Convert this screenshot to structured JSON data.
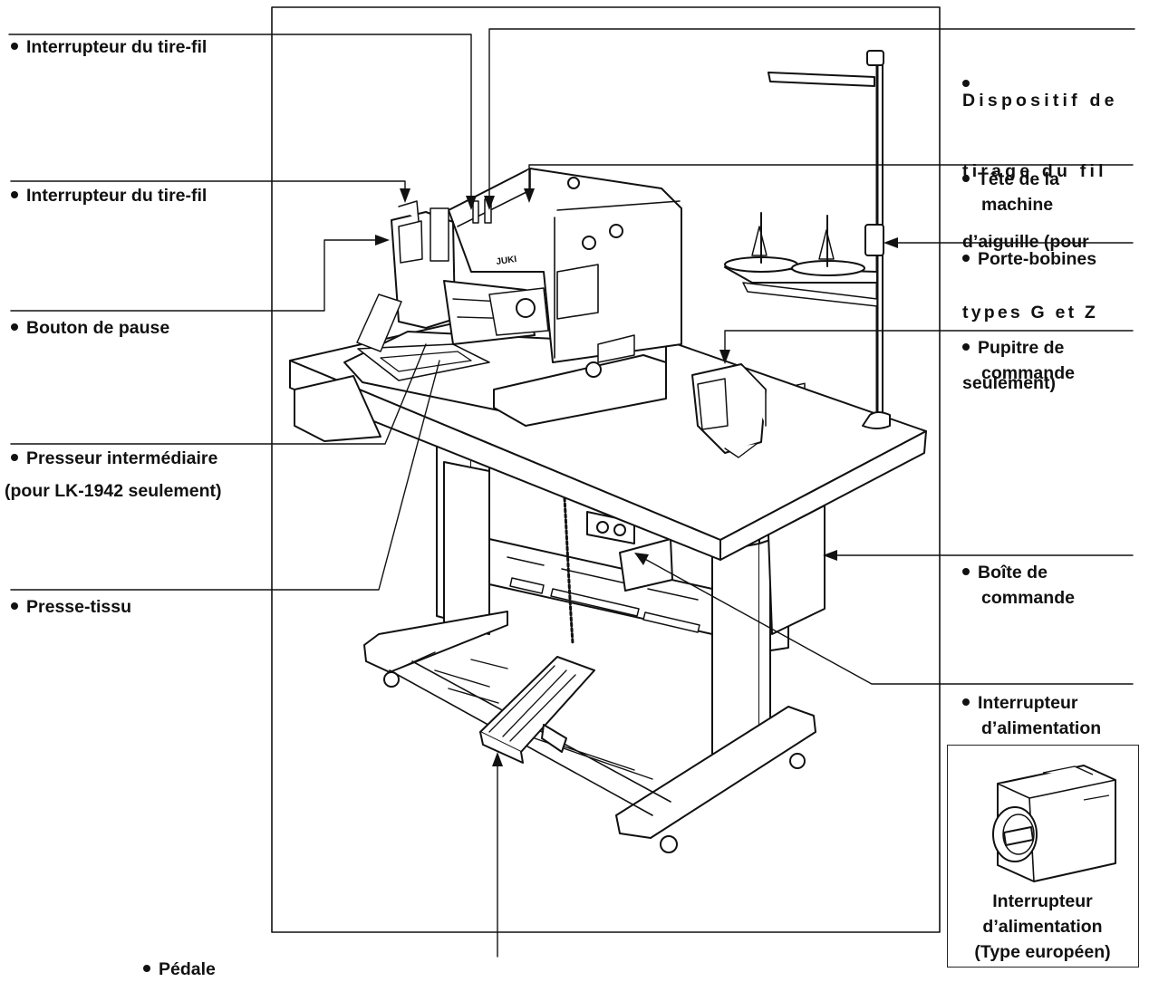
{
  "labels": {
    "interrupteur_tire_fil_1": "Interrupteur du tire-fil",
    "interrupteur_tire_fil_2": "Interrupteur du tire-fil",
    "bouton_pause": "Bouton de pause",
    "presseur_intermediaire": "Presseur intermédiaire",
    "presseur_intermediaire_note": "(pour LK-1942 seulement)",
    "presse_tissu": "Presse-tissu",
    "pedale": "Pédale",
    "dispositif_line1": "Dispositif de",
    "dispositif_line2": "tirage du fil",
    "dispositif_line3": "d’aiguille (pour",
    "dispositif_line4": "types G et Z",
    "dispositif_line5": "seulement)",
    "tete_line1": "Tête de la",
    "tete_line2": "machine",
    "porte_bobines": "Porte-bobines",
    "pupitre_line1": "Pupitre de",
    "pupitre_line2": "commande",
    "boite_line1": "Boîte de",
    "boite_line2": "commande",
    "interrupteur_alim_line1": "Interrupteur",
    "interrupteur_alim_line2": "d’alimentation"
  },
  "inset": {
    "caption_line1": "Interrupteur",
    "caption_line2": "d’alimentation",
    "caption_line3": "(Type européen)"
  },
  "machine": {
    "brand": "JUKI"
  }
}
